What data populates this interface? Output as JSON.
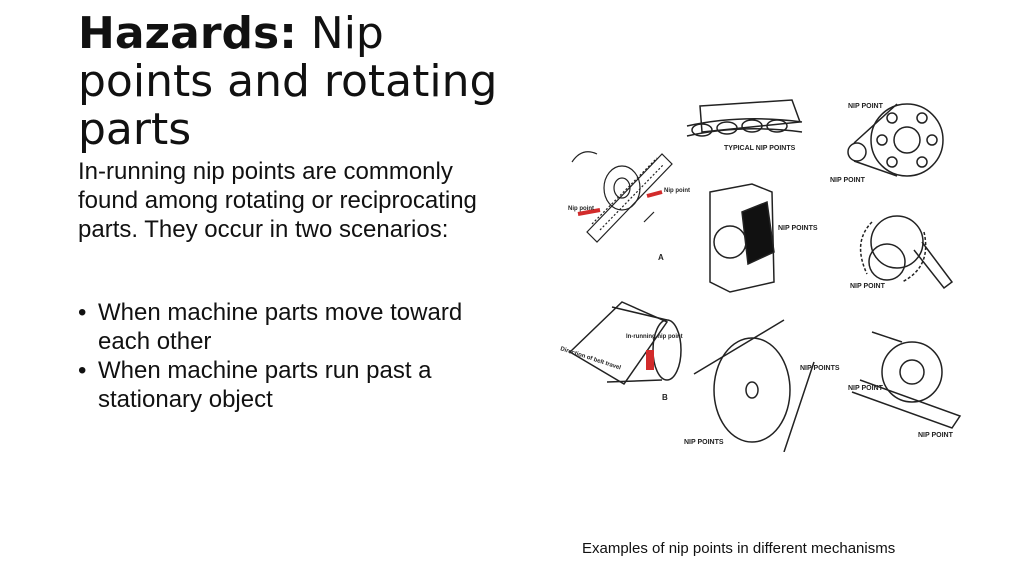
{
  "slide": {
    "title_bold": "Hazards:",
    "title_rest": " Nip points and rotating parts",
    "intro": "In-running nip points are commonly found among rotating or reciprocating parts. They occur in two scenarios:",
    "bullets": [
      "When machine parts move toward each other",
      "When machine parts run past a stationary object"
    ],
    "caption": "Examples of nip points in different mechanisms"
  },
  "figure": {
    "labels": {
      "typical": "TYPICAL NIP POINTS",
      "nip_top": "NIP POINT",
      "nip_bottom": "NIP POINT",
      "nip_gear_left": "Nip point",
      "nip_gear_right": "Nip point",
      "a": "A",
      "nip_points_center": "NIP POINTS",
      "nip_chain": "NIP POINT",
      "in_running": "In-running nip point",
      "direction": "Direction of belt travel",
      "b": "B",
      "nip_disc_right": "NIP POINTS",
      "nip_disc_bottom": "NIP POINTS",
      "nip_rack_top": "NIP POINT",
      "nip_rack_bottom": "NIP POINT"
    },
    "colors": {
      "arrow": "#d22b2b",
      "ink": "#222222"
    }
  }
}
